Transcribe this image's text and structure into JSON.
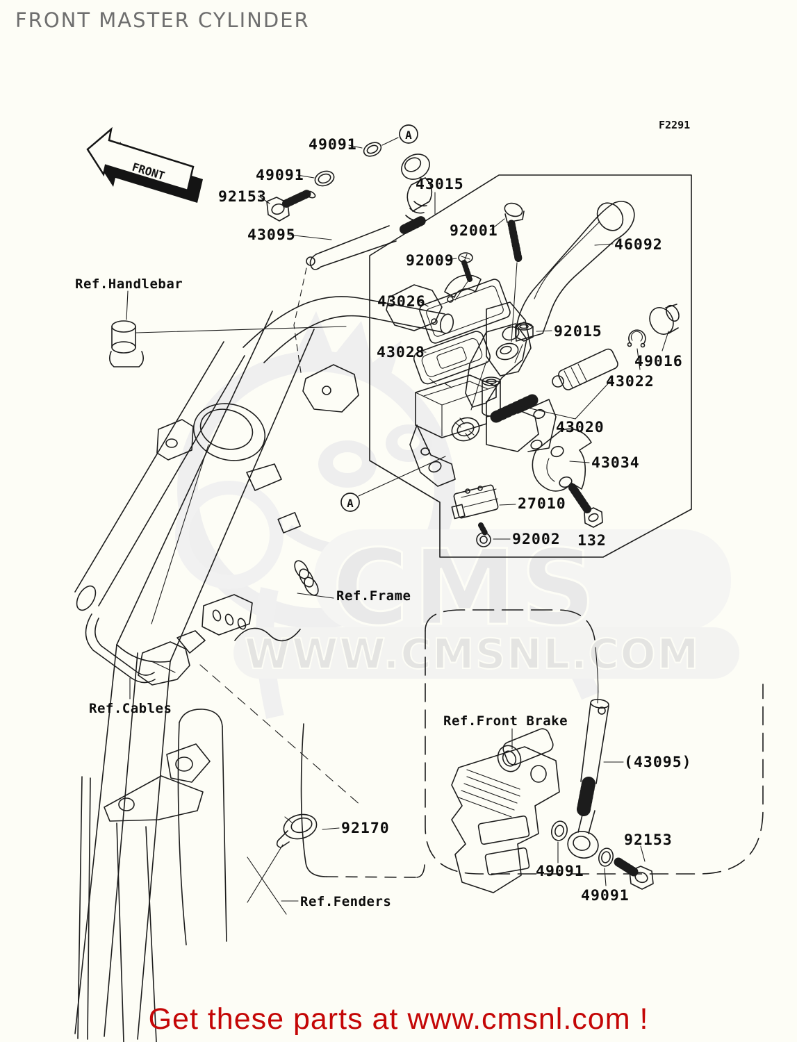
{
  "page": {
    "title": "FRONT MASTER CYLINDER",
    "diagram_code": "F2291",
    "background": "#fdfdf6",
    "line_color": "#1c1c1c",
    "title_color": "#6e6e6e"
  },
  "markers": {
    "front": "FRONT",
    "view": "A"
  },
  "watermark": {
    "logo": "CMS",
    "url": "WWW.CMSNL.COM",
    "color": "#e9e9e9"
  },
  "footer": {
    "text": "Get these parts at www.cmsnl.com !",
    "color": "#c40606"
  },
  "labels": [
    {
      "id": "49091-washer-top-a",
      "text": "49091"
    },
    {
      "id": "49091-washer-top-b",
      "text": "49091"
    },
    {
      "id": "92153-banjo-bolt-top",
      "text": "92153"
    },
    {
      "id": "43095-hose-top",
      "text": "43095"
    },
    {
      "id": "43015-master-cyl-assy",
      "text": "43015"
    },
    {
      "id": "92001-pivot-bolt",
      "text": "92001"
    },
    {
      "id": "92009-cap-screw",
      "text": "92009"
    },
    {
      "id": "43026-cap",
      "text": "43026"
    },
    {
      "id": "43028-diaphragm",
      "text": "43028"
    },
    {
      "id": "92015-nut",
      "text": "92015"
    },
    {
      "id": "46092-lever",
      "text": "46092"
    },
    {
      "id": "49016-cap-boot",
      "text": "49016"
    },
    {
      "id": "43022-circlip",
      "text": "43022"
    },
    {
      "id": "43020-piston-kit",
      "text": "43020"
    },
    {
      "id": "43034-clamp",
      "text": "43034"
    },
    {
      "id": "27010-switch",
      "text": "27010"
    },
    {
      "id": "92002-screw",
      "text": "92002"
    },
    {
      "id": "132-bolt",
      "text": "132"
    },
    {
      "id": "ref-handlebar",
      "text": "Ref.Handlebar"
    },
    {
      "id": "ref-frame",
      "text": "Ref.Frame"
    },
    {
      "id": "ref-cables",
      "text": "Ref.Cables"
    },
    {
      "id": "ref-front-brake",
      "text": "Ref.Front Brake"
    },
    {
      "id": "43095-hose-lower",
      "text": "(43095)"
    },
    {
      "id": "92170-clamp",
      "text": "92170"
    },
    {
      "id": "92153-banjo-bolt-low",
      "text": "92153"
    },
    {
      "id": "49091-washer-low-a",
      "text": "49091"
    },
    {
      "id": "49091-washer-low-b",
      "text": "49091"
    },
    {
      "id": "ref-fenders",
      "text": "Ref.Fenders"
    }
  ]
}
